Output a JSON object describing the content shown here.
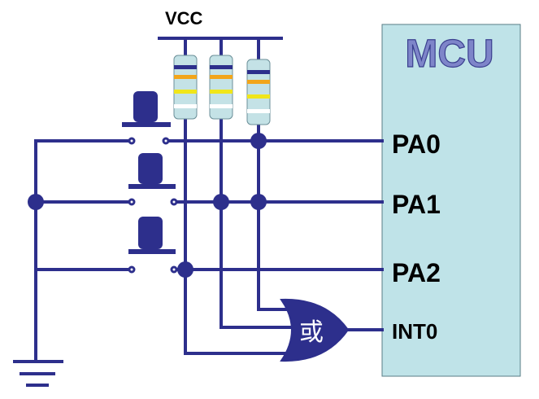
{
  "supply_label": "VCC",
  "mcu": {
    "title": "MCU",
    "pins": [
      "PA0",
      "PA1",
      "PA2",
      "INT0"
    ]
  },
  "or_gate_label": "或",
  "colors": {
    "wire": "#2d2f8c",
    "mcu_fill": "#bfe3e8",
    "mcu_title": "#7e85c9",
    "resistor_body": "#c4e2e6"
  }
}
